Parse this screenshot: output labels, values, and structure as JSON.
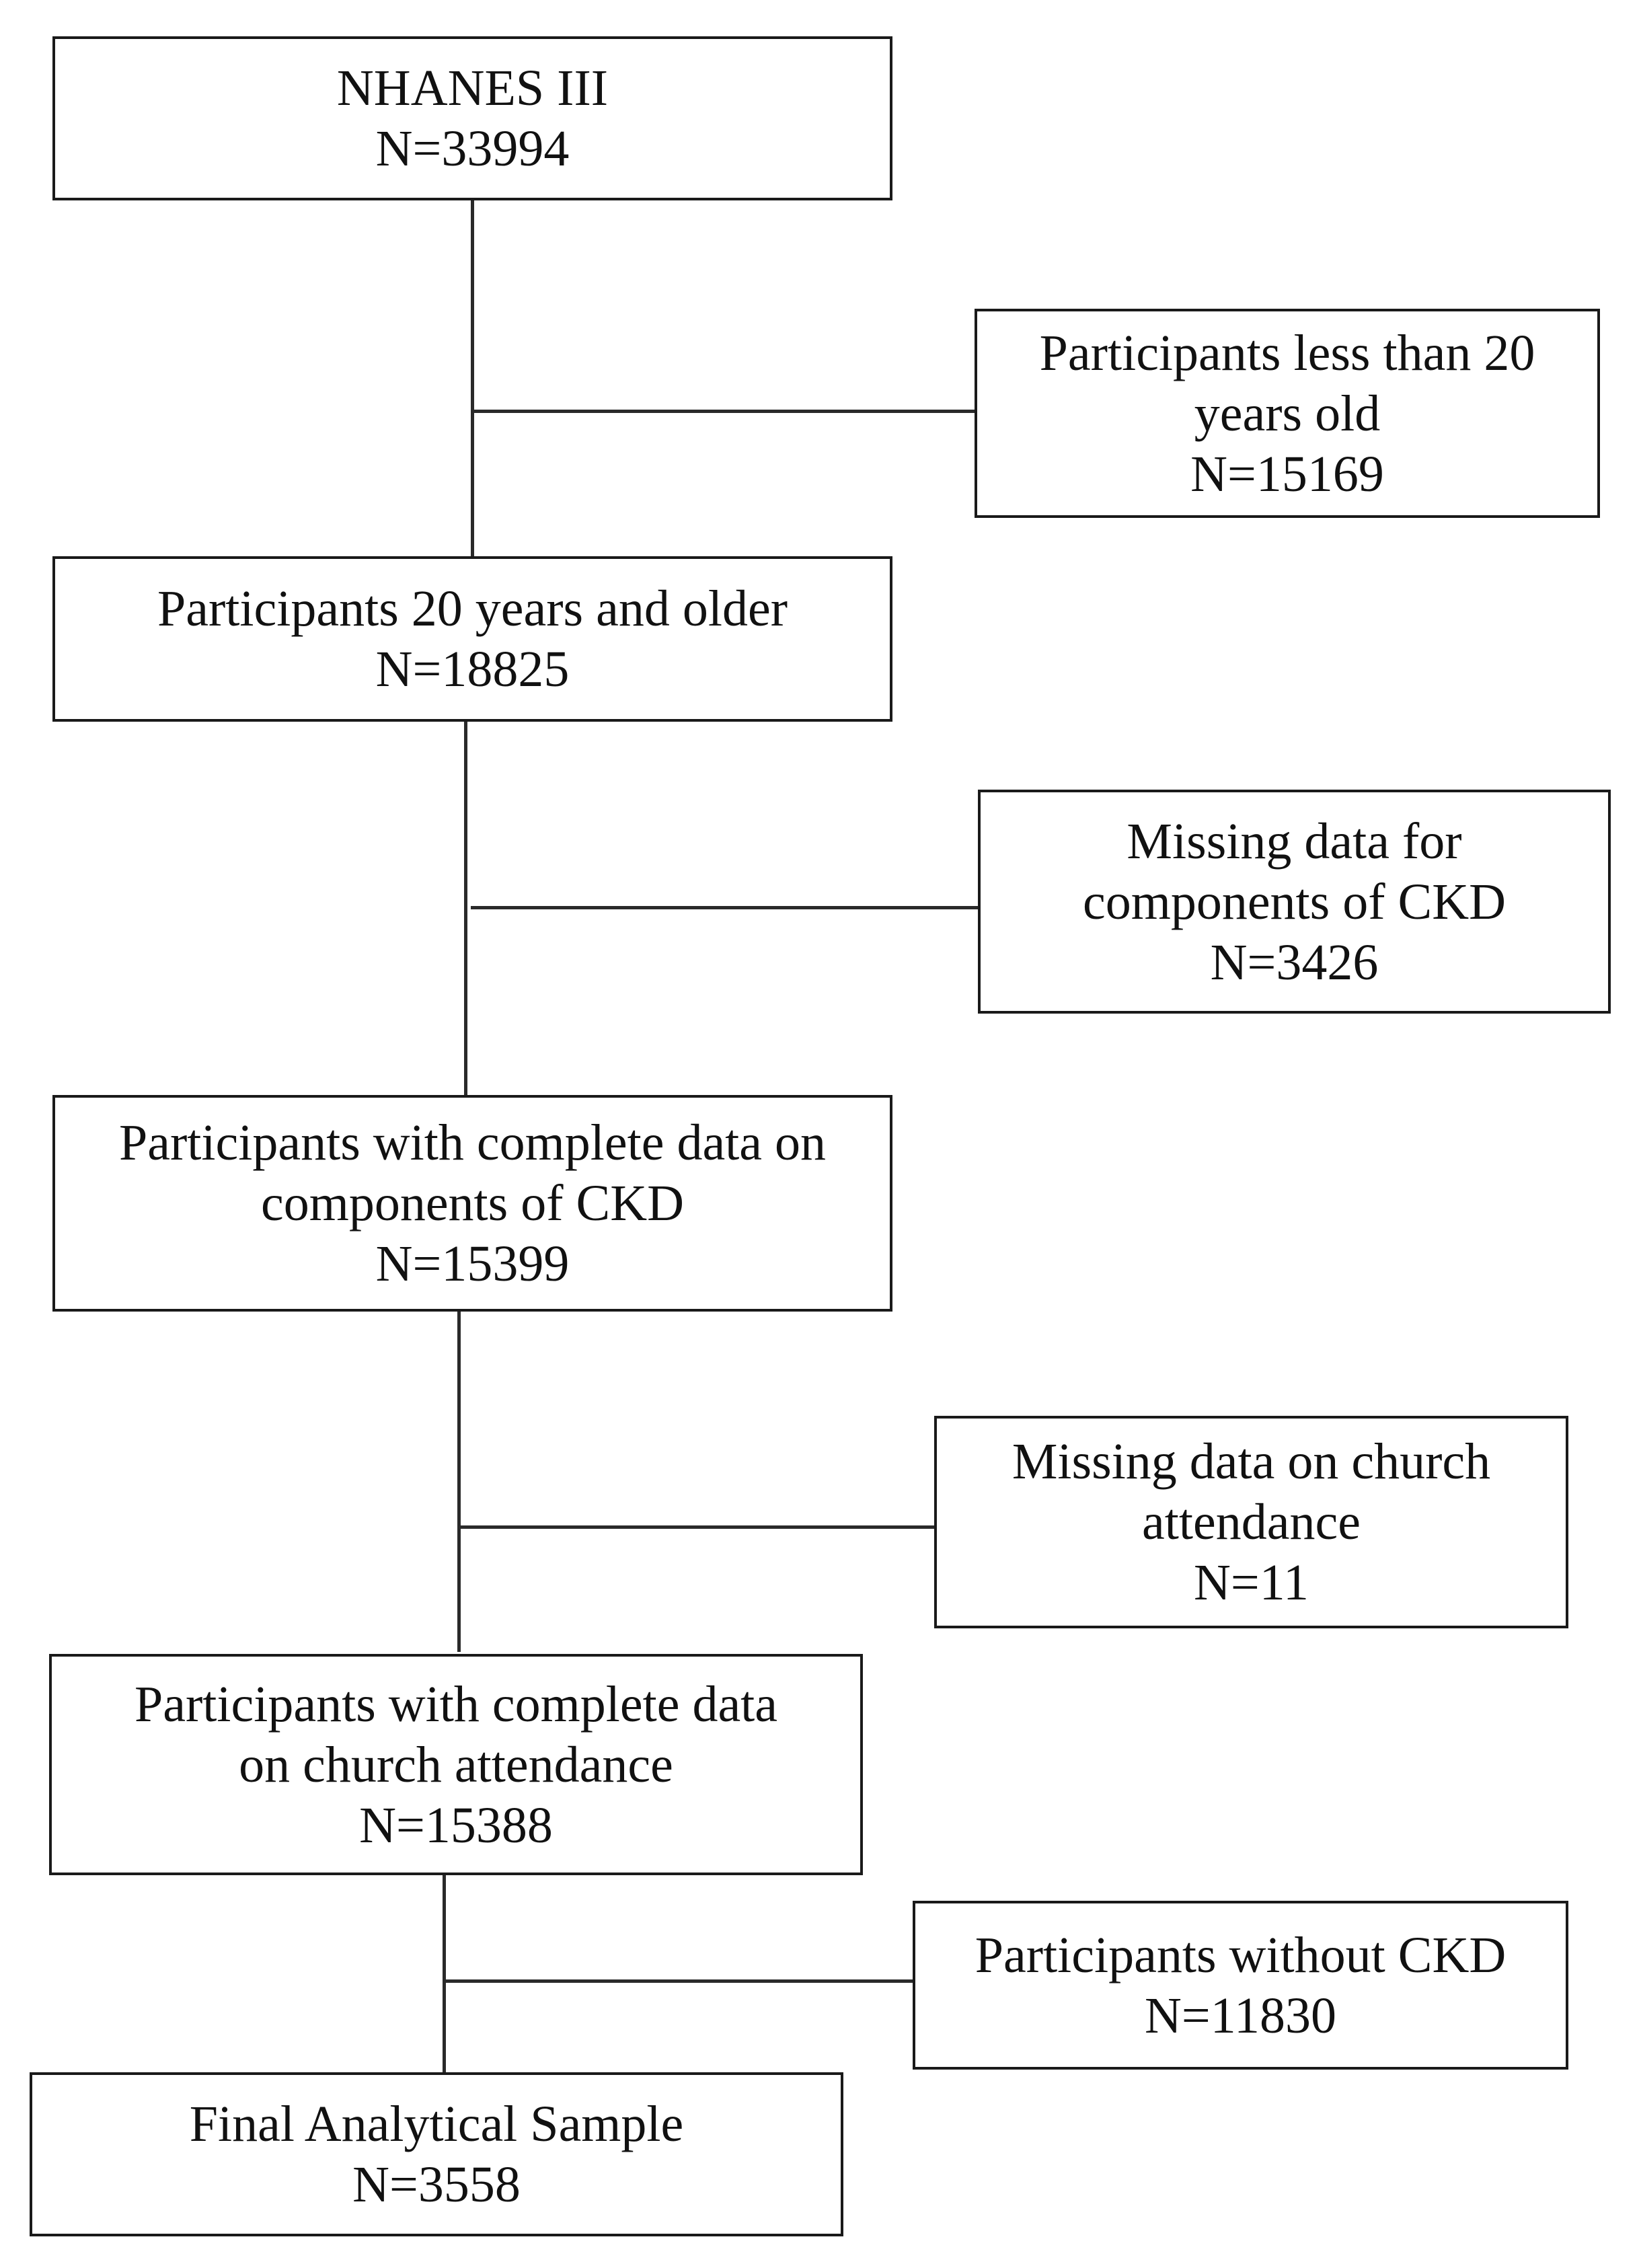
{
  "flowchart": {
    "main": [
      {
        "lines": [
          "NHANES III",
          "N=33994"
        ]
      },
      {
        "lines": [
          "Participants 20 years and older",
          "N=18825"
        ]
      },
      {
        "lines": [
          "Participants with complete data on",
          "components of CKD",
          "N=15399"
        ]
      },
      {
        "lines": [
          "Participants with complete data",
          "on church attendance",
          "N=15388"
        ]
      },
      {
        "lines": [
          "Final Analytical Sample",
          "N=3558"
        ]
      }
    ],
    "exclusions": [
      {
        "lines": [
          "Participants less than 20",
          "years old",
          "N=15169"
        ]
      },
      {
        "lines": [
          "Missing data for",
          "components of CKD",
          "N=3426"
        ]
      },
      {
        "lines": [
          "Missing data on church",
          "attendance",
          "N=11"
        ]
      },
      {
        "lines": [
          "Participants without CKD",
          "N=11830"
        ]
      }
    ]
  }
}
